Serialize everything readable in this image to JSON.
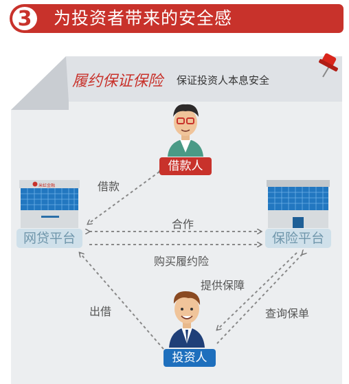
{
  "header": {
    "step_number": "3",
    "title": "为投资者带来的安全感"
  },
  "banner": {
    "title_main": "履约保证保险",
    "title_sub": "保证投资人本息安全"
  },
  "nodes": {
    "borrower": "借款人",
    "investor": "投资人",
    "p2p_platform": "网贷平台",
    "p2p_sign": "米虹金融",
    "insurance_platform": "保险平台"
  },
  "edges": {
    "borrow": "借款",
    "cooperate": "合作",
    "buy_insurance": "购买履约险",
    "provide_guarantee": "提供保障",
    "lend": "出借",
    "query_policy": "查询保单"
  },
  "colors": {
    "brand_red": "#c8322b",
    "investor_blue": "#1e6fbd",
    "card_gray": "#e9ecef",
    "platform_label_bg": "#cfe0ea"
  }
}
